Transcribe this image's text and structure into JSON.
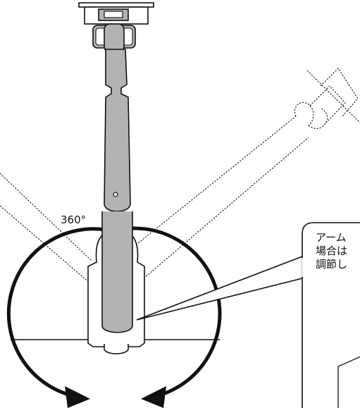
{
  "rotation_label": "360°",
  "callout": {
    "line1": "アーム",
    "line2": "場合は",
    "line3": "調節し"
  },
  "colors": {
    "line": "#111111",
    "arm_fill": "#b3b3b3",
    "base_fill": "#ffffff"
  }
}
